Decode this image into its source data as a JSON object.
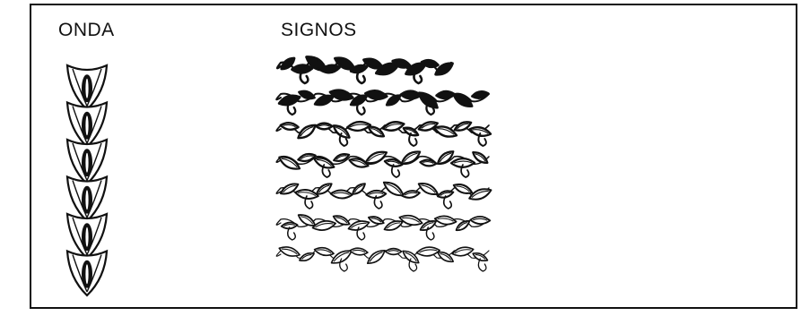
{
  "labels": {
    "wave": "ONDA",
    "signs": "SIGNOS"
  },
  "wave_segments": 6,
  "sign_rows": [
    {
      "glyphs": 12,
      "filled": true,
      "thickness": 3.2
    },
    {
      "glyphs": 12,
      "filled": true,
      "thickness": 2.8
    },
    {
      "glyphs": 12,
      "filled": false,
      "thickness": 2.4
    },
    {
      "glyphs": 12,
      "filled": false,
      "thickness": 2.2
    },
    {
      "glyphs": 12,
      "filled": false,
      "thickness": 2.0
    },
    {
      "glyphs": 12,
      "filled": false,
      "thickness": 1.8
    },
    {
      "glyphs": 12,
      "filled": false,
      "thickness": 1.6
    }
  ],
  "colors": {
    "ink": "#111111",
    "paper": "#ffffff"
  }
}
